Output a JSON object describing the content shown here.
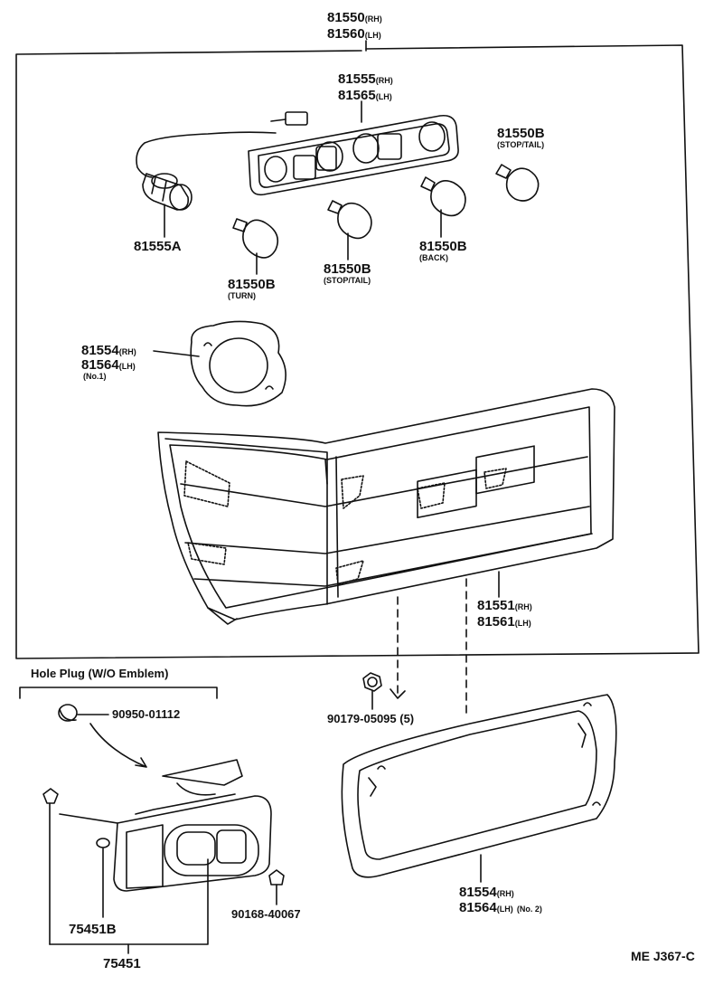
{
  "labels": {
    "assy_rh": "81550",
    "assy_rh_side": "(RH)",
    "assy_lh": "81560",
    "assy_lh_side": "(LH)",
    "socket_rh": "81555",
    "socket_rh_side": "(RH)",
    "socket_lh": "81565",
    "socket_lh_side": "(LH)",
    "socket_single": "81555A",
    "bulb_stoptail_right": "81550B",
    "bulb_stoptail_right_note": "(STOP/TAIL)",
    "bulb_turn": "81550B",
    "bulb_turn_note": "(TURN)",
    "bulb_stoptail_mid": "81550B",
    "bulb_stoptail_mid_note": "(STOP/TAIL)",
    "bulb_back": "81550B",
    "bulb_back_note": "(BACK)",
    "gasket1_rh": "81554",
    "gasket1_rh_side": "(RH)",
    "gasket1_lh": "81564",
    "gasket1_lh_side": "(LH)",
    "gasket1_no": "(No.1)",
    "lens_rh": "81551",
    "lens_rh_side": "(RH)",
    "lens_lh": "81561",
    "lens_lh_side": "(LH)",
    "hole_plug_title": "Hole Plug (W/O Emblem)",
    "hole_plug_part": "90950-01112",
    "nut_part": "90179-05095 (5)",
    "gasket2_rh": "81554",
    "gasket2_rh_side": "(RH)",
    "gasket2_lh": "81564",
    "gasket2_lh_side": "(LH)",
    "gasket2_no": "(No. 2)",
    "lamp_bulb": "75451B",
    "lamp_assy": "75451",
    "screw_part": "90168-40067",
    "diagram_code": "ME J367-C"
  }
}
